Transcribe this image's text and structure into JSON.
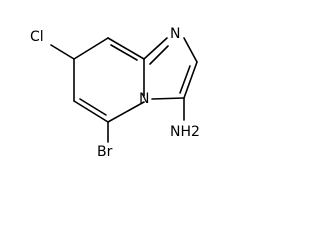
{
  "molecule": {
    "atoms": {
      "chlorine": "Cl",
      "bromine": "Br",
      "amine": "NH2",
      "ring_nitrogen_top": "N",
      "bridgehead_nitrogen": "N"
    }
  },
  "colors": {
    "background": "#ffffff",
    "ink": "#000000"
  }
}
